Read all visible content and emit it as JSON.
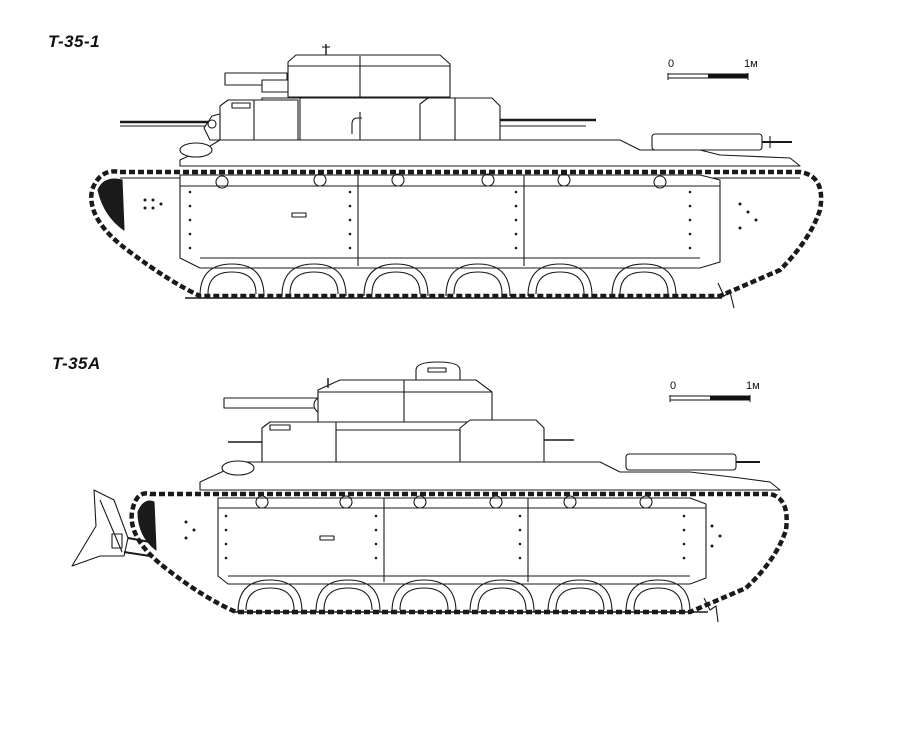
{
  "figures": [
    {
      "title": "T-35-1",
      "scale": {
        "start": "0",
        "end": "1м"
      },
      "has_dozer_blade": false
    },
    {
      "title": "T-35A",
      "scale": {
        "start": "0",
        "end": "1м"
      },
      "has_dozer_blade": true
    }
  ],
  "colors": {
    "line": "#1a1a1a",
    "paper": "#ffffff"
  }
}
